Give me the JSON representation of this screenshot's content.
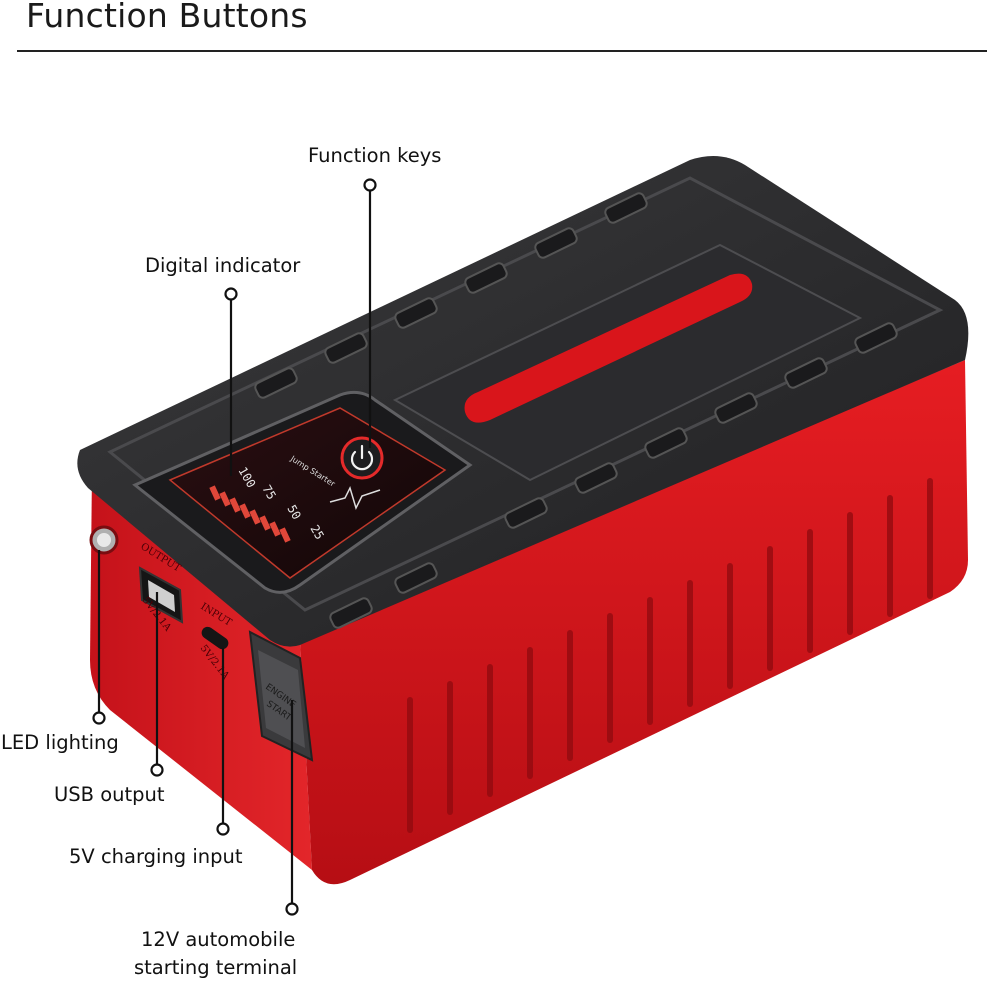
{
  "title": "Function Buttons",
  "callouts": {
    "function_keys": "Function keys",
    "digital_indicator": "Digital indicator",
    "led_lighting": "LED lighting",
    "usb_output": "USB output",
    "charging_input": "5V charging input",
    "terminal_line1": "12V automobile",
    "terminal_line2": "starting terminal"
  },
  "device": {
    "display_numbers": [
      "100",
      "75",
      "50",
      "25"
    ],
    "display_text": "Jump Starter",
    "port_output": "OUTPUT",
    "port_output_rating": "5V/2.1A",
    "port_input": "INPUT",
    "port_input_rating": "5V/2.1A",
    "cover_text1": "ENGINE",
    "cover_text2": "START"
  },
  "colors": {
    "body_red": "#d9151b",
    "top_black": "#2a2a2c",
    "line": "#111111"
  }
}
